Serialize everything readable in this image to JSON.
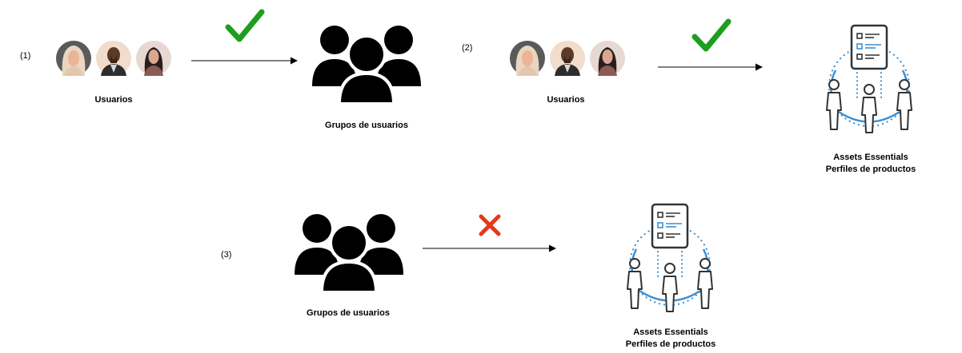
{
  "steps": {
    "s1": "(1)",
    "s2": "(2)",
    "s3": "(3)"
  },
  "labels": {
    "users_1": "Usuarios",
    "users_2": "Usuarios",
    "groups_1": "Grupos de usuarios",
    "groups_3": "Grupos de usuarios",
    "profiles_2_line1": "Assets Essentials",
    "profiles_2_line2": "Perfiles de productos",
    "profiles_3_line1": "Assets Essentials",
    "profiles_3_line2": "Perfiles de productos"
  },
  "colors": {
    "check": "#1e9e1e",
    "cross": "#e5391b",
    "accent": "#3d8fd1",
    "ink": "#000000"
  },
  "icons": {
    "allowed": "checkmark-icon",
    "denied": "cross-icon",
    "users": "user-avatars",
    "groups": "user-group-icon",
    "profiles": "product-profile-icon"
  }
}
